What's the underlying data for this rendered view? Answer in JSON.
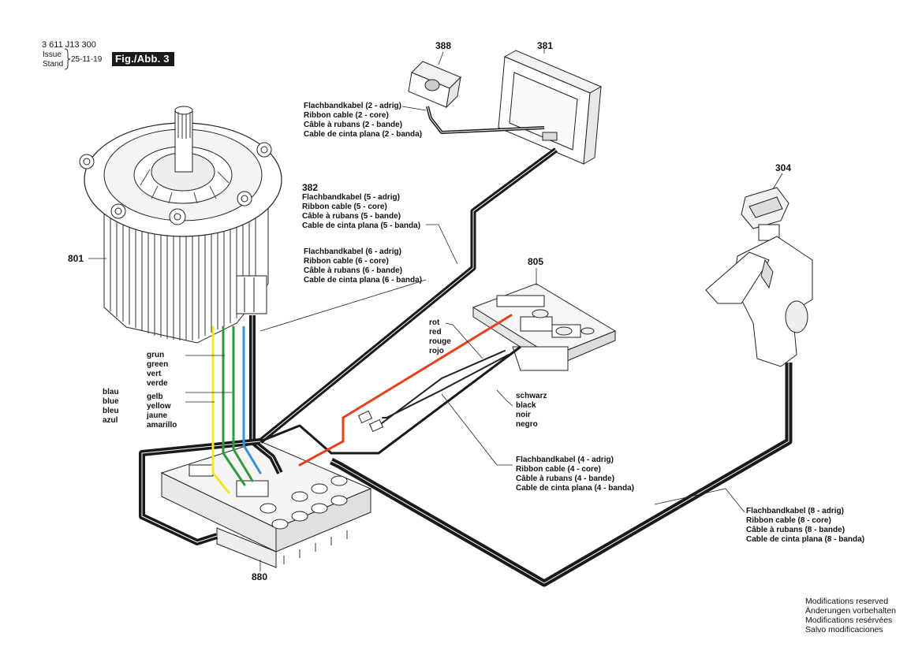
{
  "header": {
    "doc_number": "3 611 J13 300",
    "issue_label": "Issue",
    "stand_label": "Stand",
    "date": "25-11-19",
    "figure_label": "Fig./Abb. 3"
  },
  "parts": {
    "p388": "388",
    "p381": "381",
    "p382": "382",
    "p304": "304",
    "p801": "801",
    "p805": "805",
    "p880": "880"
  },
  "cable_labels": {
    "ribbon_2": [
      "Flachbandkabel (2 - adrig)",
      "Ribbon cable (2 - core)",
      "Câble à rubans (2 - bande)",
      "Cable de cinta plana (2 - banda)"
    ],
    "ribbon_5": [
      "Flachbandkabel (5 - adrig)",
      "Ribbon cable (5 - core)",
      "Câble à rubans (5 - bande)",
      "Cable de cinta plana (5 - banda)"
    ],
    "ribbon_6": [
      "Flachbandkabel (6 - adrig)",
      "Ribbon cable (6 - core)",
      "Câble à rubans (6 - bande)",
      "Cable de cinta plana (6 - banda)"
    ],
    "ribbon_4": [
      "Flachbandkabel (4 - adrig)",
      "Ribbon cable (4 - core)",
      "Câble à rubans (4 - bande)",
      "Cable de cinta plana (4 - banda)"
    ],
    "ribbon_8": [
      "Flachbandkabel (8 - adrig)",
      "Ribbon cable (8 - core)",
      "Câble à rubans (8 - bande)",
      "Cable de cinta plana (8 - banda)"
    ]
  },
  "wire_colors": {
    "green": [
      "grun",
      "green",
      "vert",
      "verde"
    ],
    "blue": [
      "blau",
      "blue",
      "bleu",
      "azul"
    ],
    "yellow": [
      "gelb",
      "yellow",
      "jaune",
      "amarillo"
    ],
    "red": [
      "rot",
      "red",
      "rouge",
      "rojo"
    ],
    "black": [
      "schwarz",
      "black",
      "noir",
      "negro"
    ]
  },
  "footer": [
    "Modifications reserved",
    "Änderungen vorbehalten",
    "Modifications resérvées",
    "Salvo modificaciones"
  ],
  "colors": {
    "wire_yellow": "#f2ea1e",
    "wire_green": "#2e9a3a",
    "wire_blue": "#3b8fd6",
    "wire_red": "#e8401c",
    "cable": "#1a1a1a"
  }
}
